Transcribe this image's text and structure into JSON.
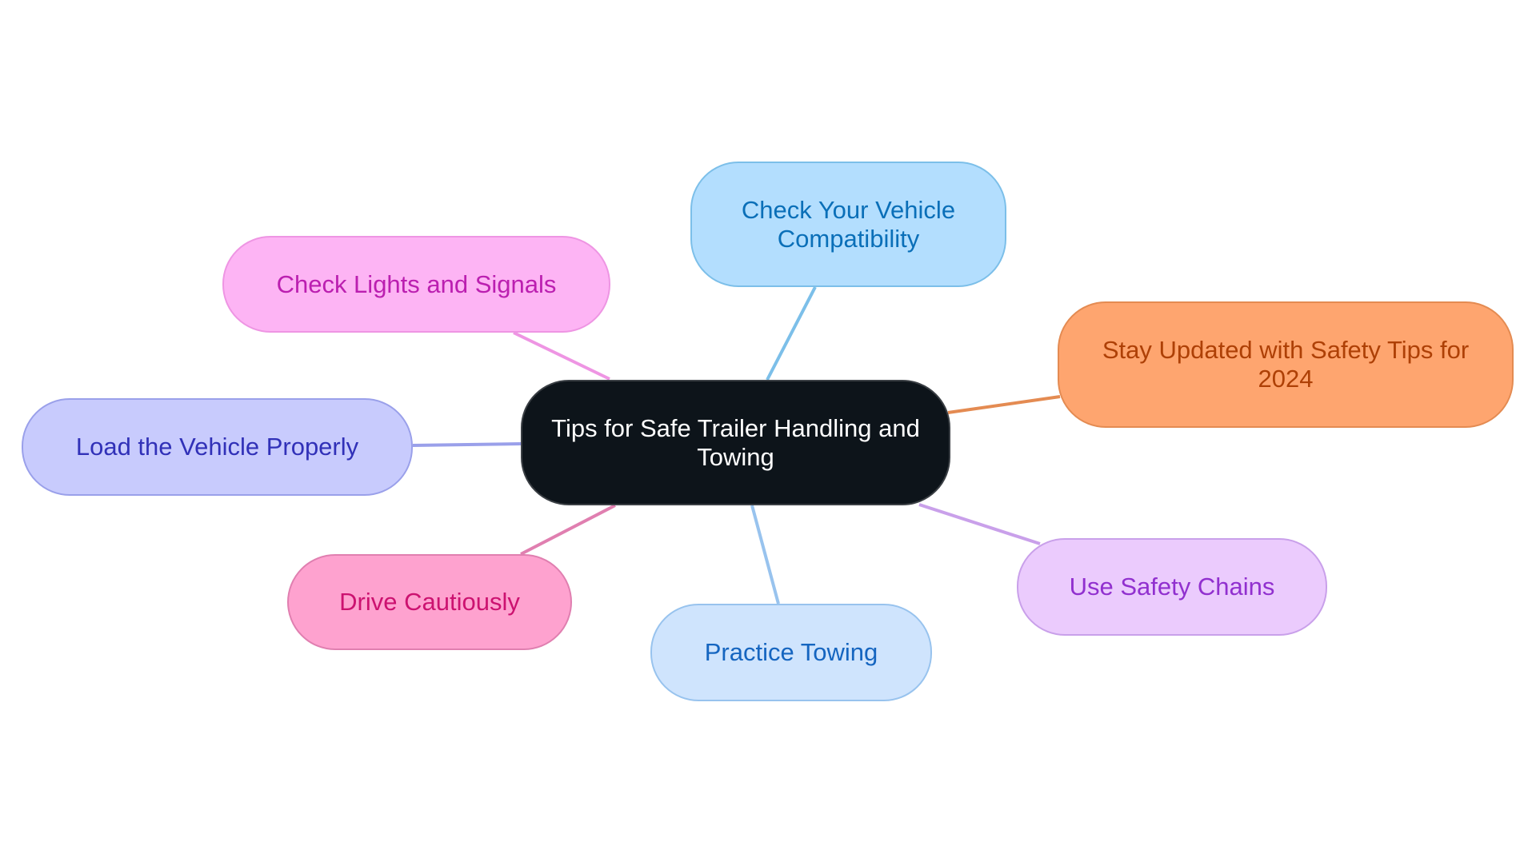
{
  "center": {
    "label": "Tips for Safe Trailer Handling and Towing",
    "fill": "#0d141a",
    "text": "#ffffff"
  },
  "branches": [
    {
      "id": "vehicle",
      "label": "Check Your Vehicle Compatibility",
      "fill": "#b3defe",
      "border": "#7cbfe9",
      "text": "#0a6fb8",
      "line": "#7cbfe9"
    },
    {
      "id": "lights",
      "label": "Check Lights and Signals",
      "fill": "#fdb4f4",
      "border": "#ee95e3",
      "text": "#bb1fb0",
      "line": "#ee95e3"
    },
    {
      "id": "update",
      "label": "Stay Updated with Safety Tips for 2024",
      "fill": "#fea56f",
      "border": "#e48b52",
      "text": "#ae4006",
      "line": "#e48b52"
    },
    {
      "id": "load",
      "label": "Load the Vehicle Properly",
      "fill": "#c8cbfd",
      "border": "#9aa0ea",
      "text": "#3131b8",
      "line": "#9aa0ea"
    },
    {
      "id": "drive",
      "label": "Drive Cautiously",
      "fill": "#fea2cf",
      "border": "#e07fb0",
      "text": "#cc1270",
      "line": "#e07fb0"
    },
    {
      "id": "practice",
      "label": "Practice Towing",
      "fill": "#cfe4fd",
      "border": "#98c3ee",
      "text": "#1565c0",
      "line": "#98c3ee"
    },
    {
      "id": "chains",
      "label": "Use Safety Chains",
      "fill": "#ebcbfd",
      "border": "#c9a0ea",
      "text": "#9130cf",
      "line": "#c9a0ea"
    }
  ]
}
